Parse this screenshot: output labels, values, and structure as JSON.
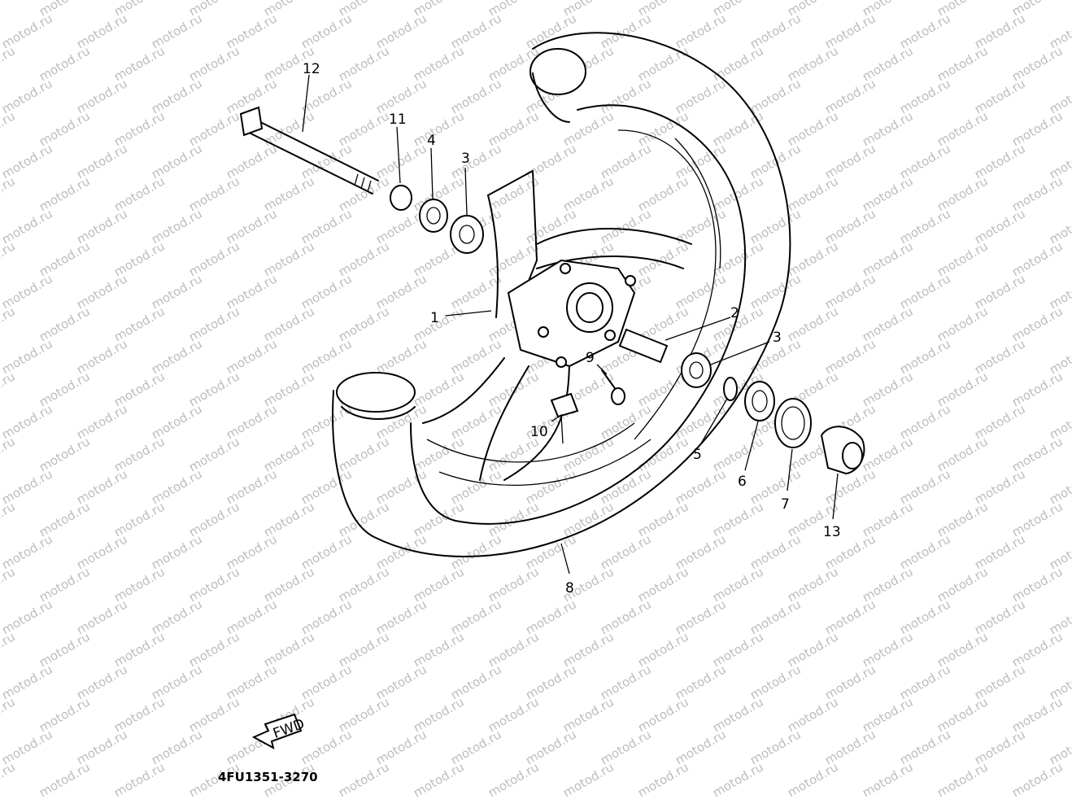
{
  "watermark": {
    "text": "motod.ru",
    "color": "#bdbdbd"
  },
  "diagram_code": "4FU1351-3270",
  "direction_badge": "FWD",
  "callouts": {
    "c1": "1",
    "c2": "2",
    "c3a": "3",
    "c3b": "3",
    "c4": "4",
    "c5": "5",
    "c6": "6",
    "c7": "7",
    "c8": "8",
    "c9": "9",
    "c10": "10",
    "c11": "11",
    "c12": "12",
    "c13": "13"
  }
}
